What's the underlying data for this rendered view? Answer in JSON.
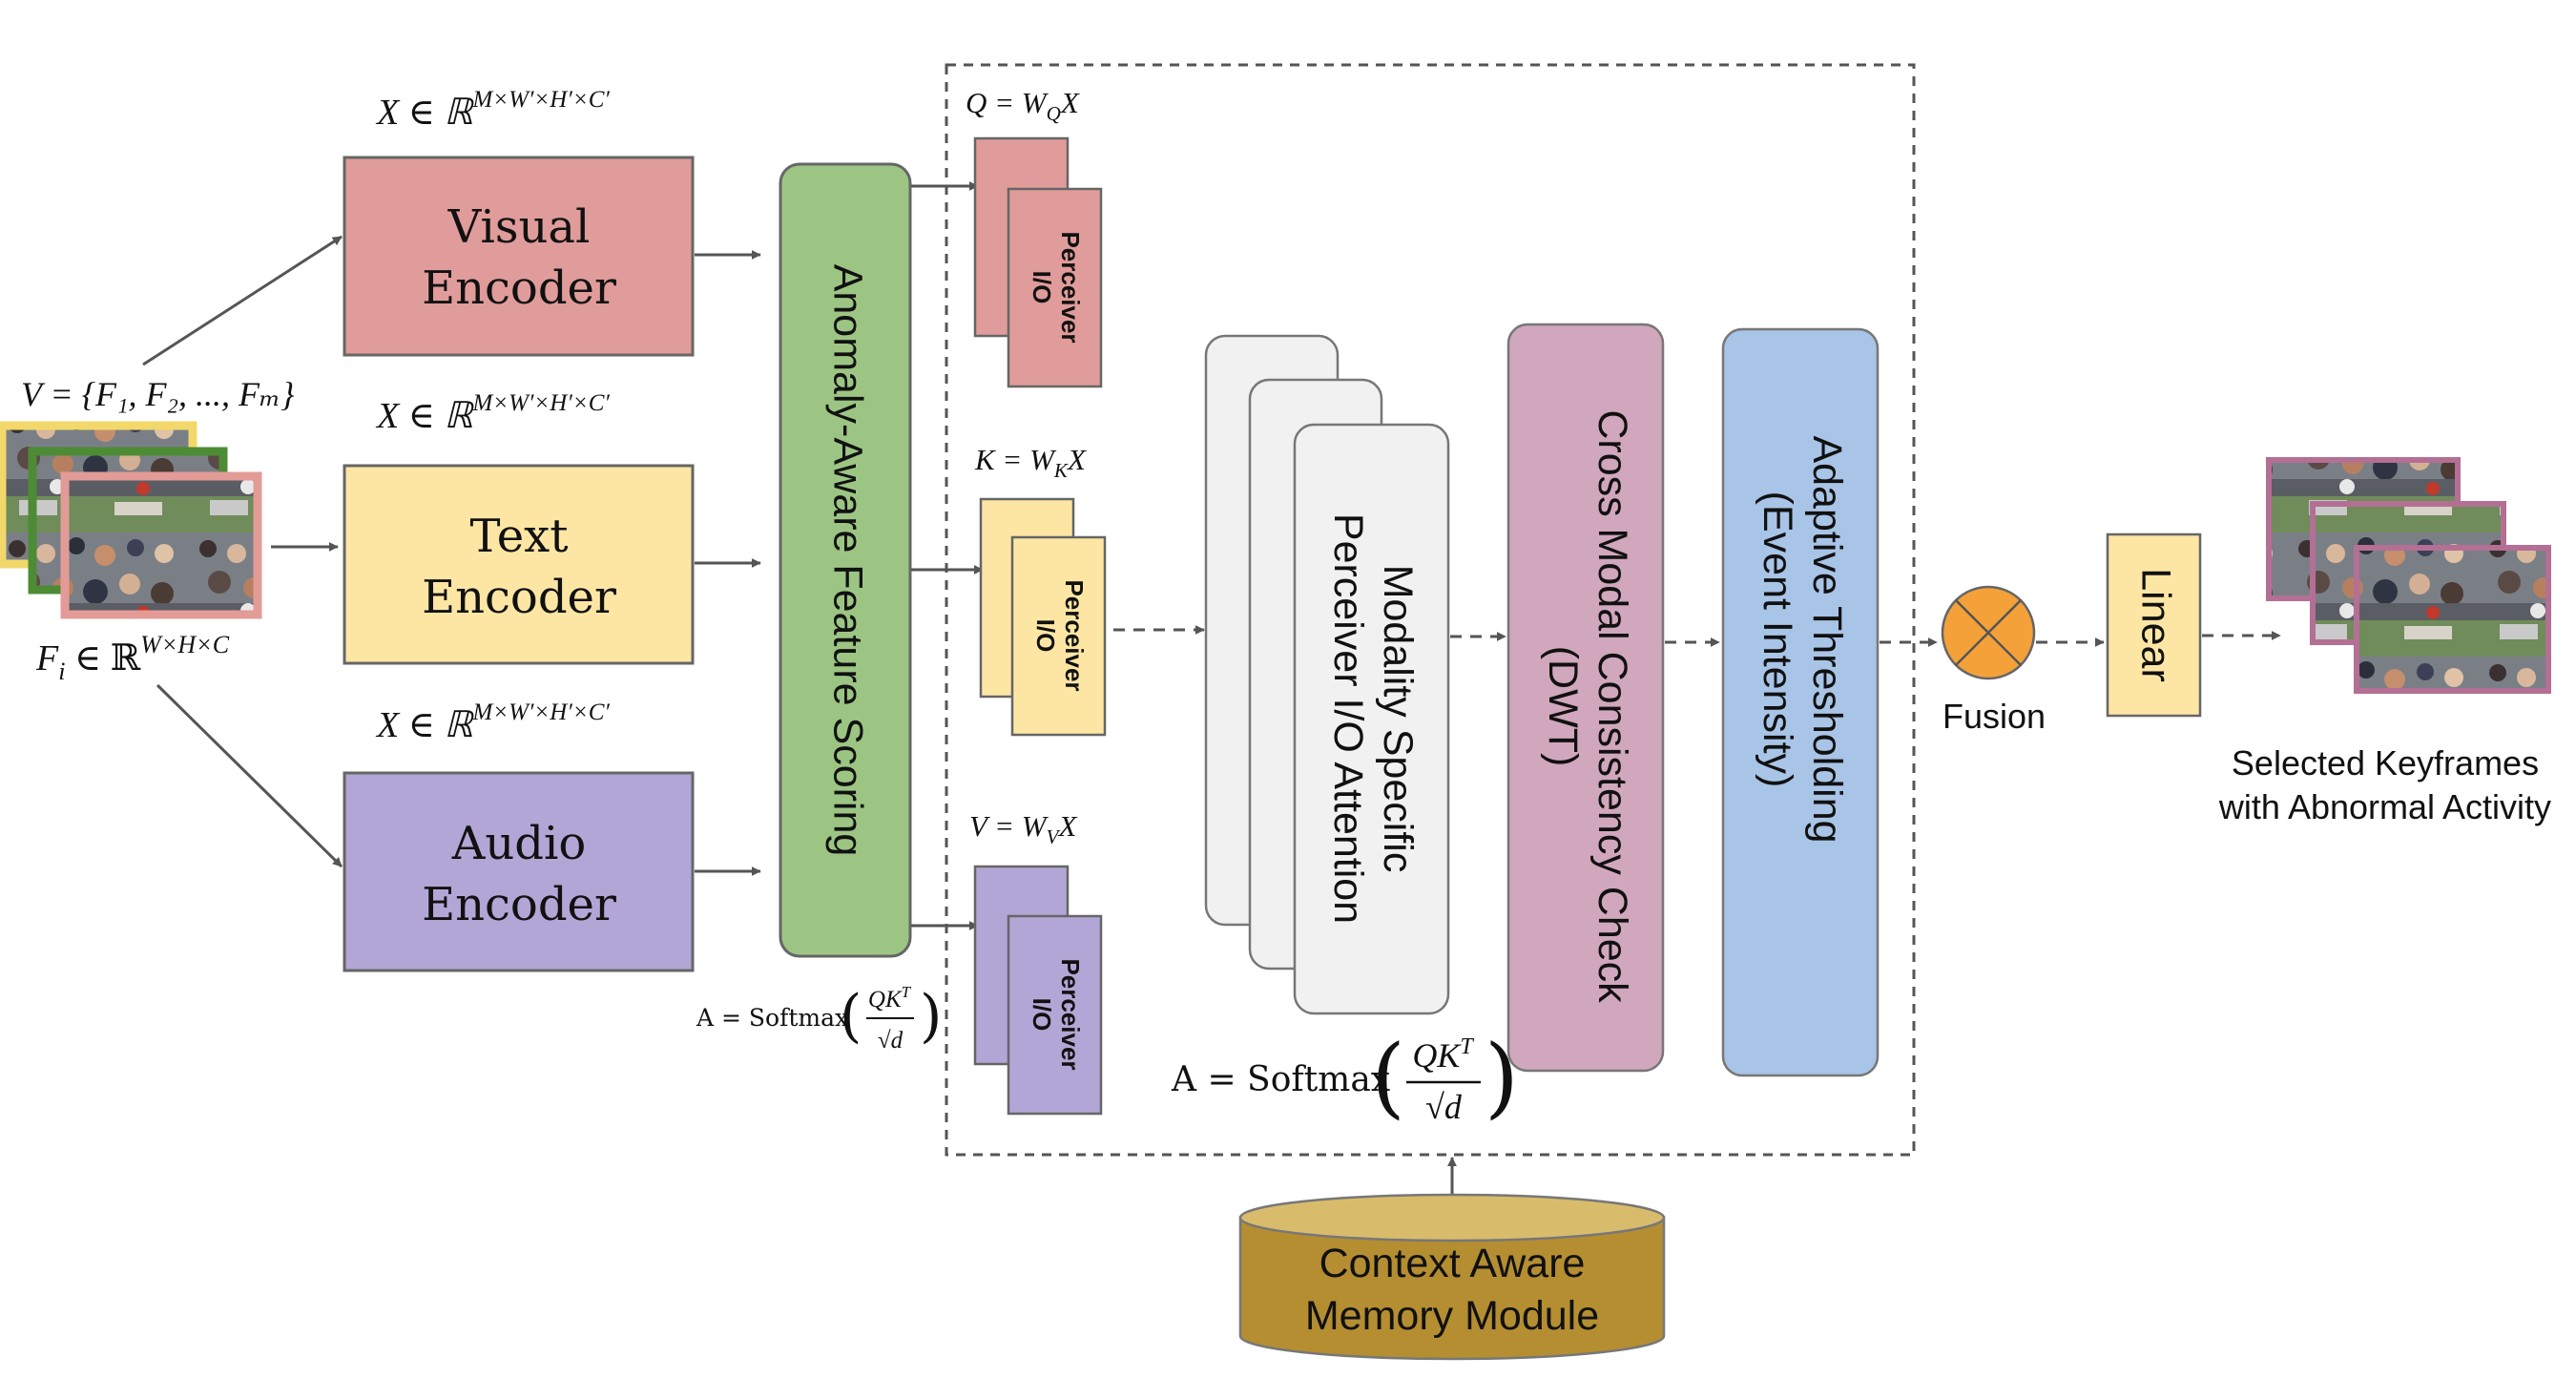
{
  "input": {
    "set_label": "V = {F₁, F₂, ..., Fₘ}",
    "frame_label_base": "F",
    "frame_label_sub": "i",
    "frame_label_rest": " ∈ ℝ",
    "frame_label_sup": "W×H×C"
  },
  "encoders": [
    {
      "line1": "Visual",
      "line2": "Encoder",
      "color": "#e09c9a"
    },
    {
      "line1": "Text",
      "line2": "Encoder",
      "color": "#fde6a4"
    },
    {
      "line1": "Audio",
      "line2": "Encoder",
      "color": "#b2a6d6"
    }
  ],
  "encoder_output": {
    "base": "X ∈ ℝ",
    "sup": "M×W′×H′×C′"
  },
  "scoring": {
    "label": "Anomaly-Aware Feature Scoring",
    "color": "#9cc583"
  },
  "projections": [
    {
      "label": "Q = W",
      "sub": "Q",
      "tail": "X",
      "color": "#e09c9a"
    },
    {
      "label": "K = W",
      "sub": "K",
      "tail": "X",
      "color": "#fde6a4"
    },
    {
      "label": "V = W",
      "sub": "V",
      "tail": "X",
      "color": "#b2a6d6"
    }
  ],
  "perceiver": {
    "line1": "Perceiver",
    "line2": "I/O"
  },
  "attention_formula_small": {
    "lhs": "A = Softmax",
    "num": "QK",
    "num_sup": "T",
    "den": "√d"
  },
  "attention_formula_large": {
    "lhs": "A = Softmax",
    "num": "QK",
    "num_sup": "T",
    "den": "√d"
  },
  "modality_attention": {
    "line1": "Modality Specific",
    "line2": "Perceiver I/O Attention",
    "color": "#f1f1f1"
  },
  "consistency": {
    "line1": "Cross Modal Consistency Check",
    "line2": "(DWT)",
    "color": "#d0a7bc"
  },
  "thresholding": {
    "line1": "Adaptive Thresholding",
    "line2": "(Event Intensity)",
    "color": "#a8c4e6"
  },
  "fusion": {
    "label": "Fusion",
    "color": "#f4a13a"
  },
  "linear": {
    "label": "Linear",
    "color": "#fde6a4"
  },
  "memory": {
    "line1": "Context Aware",
    "line2": "Memory Module",
    "color": "#b58e32",
    "top_color": "#d8bc6c"
  },
  "output": {
    "line1": "Selected Keyframes",
    "line2": "with Abnormal Activity",
    "frame_border": "#b46f94"
  },
  "frame_borders_input": [
    "#f2d86a",
    "#4d8b35",
    "#e39b97"
  ]
}
